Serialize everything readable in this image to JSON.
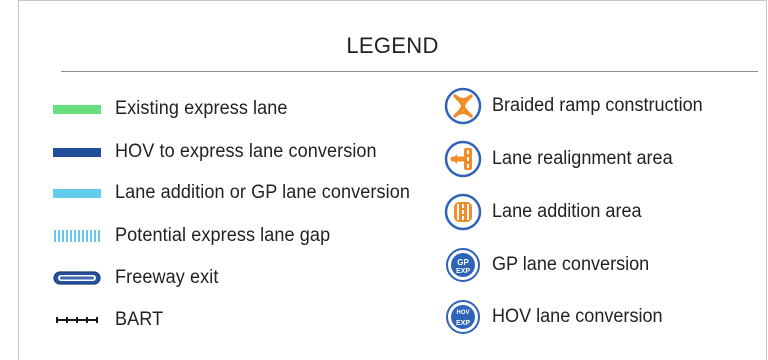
{
  "legend": {
    "title": "LEGEND",
    "left_items": [
      {
        "label": "Existing express lane",
        "icon": "green-express-lane-swatch",
        "color": "#67df80"
      },
      {
        "label": "HOV to express lane conversion",
        "icon": "dark-blue-lane-swatch",
        "color": "#214d9b"
      },
      {
        "label": "Lane addition or GP lane conversion",
        "icon": "light-blue-lane-swatch",
        "color": "#62cdeb"
      },
      {
        "label": "Potential express lane gap",
        "icon": "dashed-light-blue-lane-swatch",
        "color": "#68c8e8"
      },
      {
        "label": "Freeway exit",
        "icon": "freeway-exit-pill",
        "color": "#24529f"
      },
      {
        "label": "BART",
        "icon": "bart-rail-line",
        "color": "#1a1a1a"
      }
    ],
    "right_items": [
      {
        "label": "Braided ramp construction",
        "icon": "braided-ramp-icon",
        "accent": "#f28c28",
        "badge_color": "#2f63b7"
      },
      {
        "label": "Lane realignment area",
        "icon": "lane-realignment-icon",
        "accent": "#f28c28",
        "badge_color": "#2f63b7"
      },
      {
        "label": "Lane addition area",
        "icon": "lane-addition-icon",
        "accent": "#f28c28",
        "badge_color": "#2f63b7"
      },
      {
        "label": "GP lane conversion",
        "icon": "gp-lane-conversion-icon",
        "top_text": "GP",
        "bottom_text": "EXP",
        "badge_color": "#2f63b7"
      },
      {
        "label": "HOV lane conversion",
        "icon": "hov-lane-conversion-icon",
        "top_text": "HOV",
        "bottom_text": "EXP",
        "badge_color": "#2f63b7"
      }
    ]
  }
}
